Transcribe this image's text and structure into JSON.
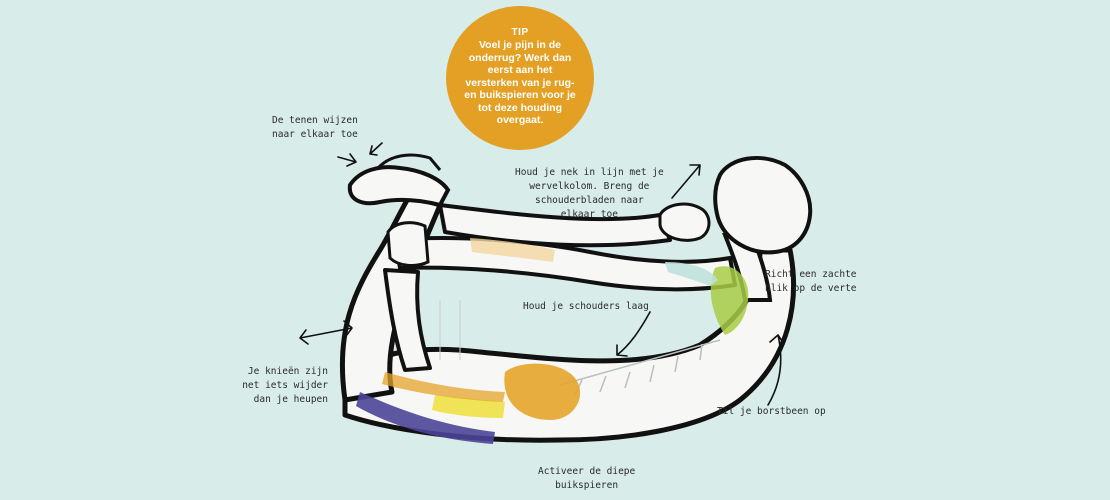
{
  "tip": {
    "title": "TIP",
    "body": "Voel je pijn in de onderrug? Werk dan eerst aan het versterken van je rug- en buikspieren voor je tot deze houding overgaat."
  },
  "labels": {
    "toes": [
      "De tenen wijzen",
      "naar elkaar toe"
    ],
    "neck": [
      "Houd je nek in lijn met je",
      "wervelkolom. Breng de",
      "schouderbladen naar",
      "elkaar toe"
    ],
    "gaze": [
      "Richt een zachte",
      "blik op de verte"
    ],
    "shoulders": [
      "Houd je schouders laag"
    ],
    "knees": [
      "Je knieën zijn",
      "net iets wijder",
      "dan je heupen"
    ],
    "sternum": [
      "Til je borstbeen op"
    ],
    "abs": [
      "Activeer de diepe",
      "buikspieren"
    ]
  },
  "colors": {
    "background": "#d8ece9",
    "tip_circle": "#e3a024",
    "highlight_orange": "#e5a42b",
    "highlight_yellow": "#efe046",
    "highlight_green": "#a9cc46",
    "highlight_indigo": "#4b4598",
    "outline": "#111111"
  }
}
